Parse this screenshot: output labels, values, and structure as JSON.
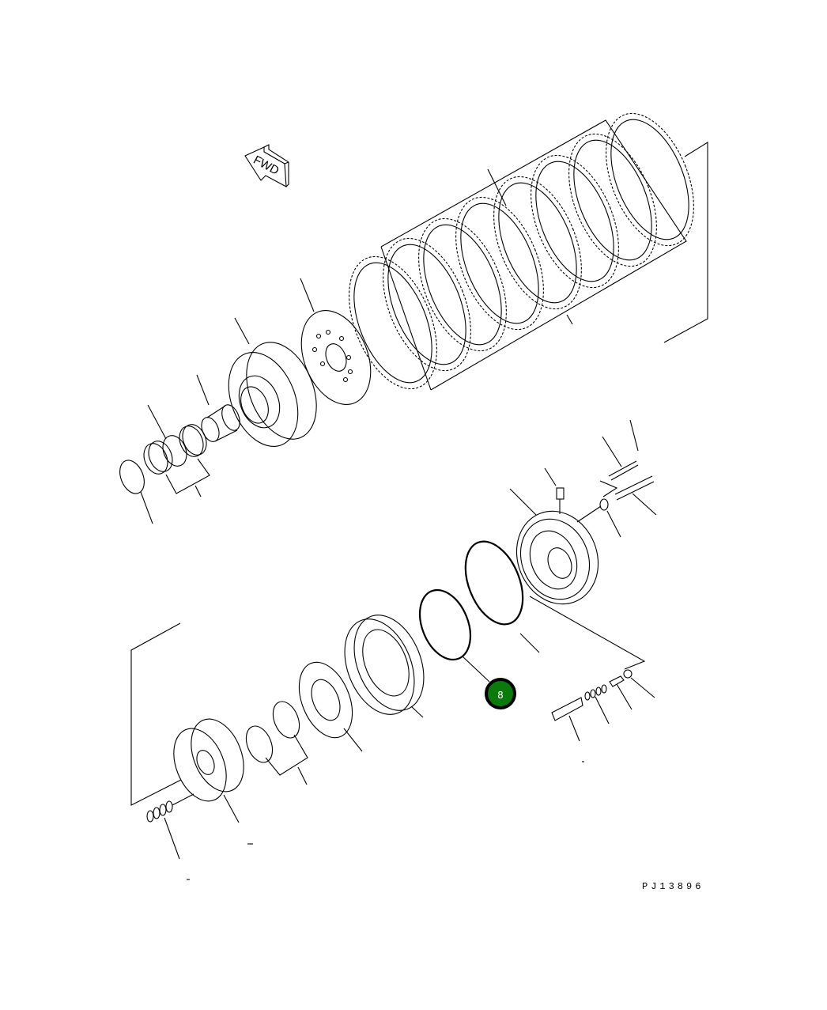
{
  "diagram": {
    "type": "exploded-parts-diagram",
    "direction_marker": {
      "label": "FWD",
      "icon": "arrow-left-icon"
    },
    "callouts": [
      {
        "number": "8",
        "color": "#0a7a0a",
        "target": "seal-ring-small"
      }
    ],
    "drawing_code": "PJ13896",
    "parts": [
      "snap-ring",
      "bearing",
      "seal-rings-pair",
      "sleeve",
      "clutch-hub",
      "end-plate",
      "clutch-disc-pack",
      "cover-housing",
      "plug",
      "bolt",
      "bolt-long",
      "washer",
      "seal-ring-large",
      "seal-ring-small",
      "piston",
      "thrust-plate",
      "o-rings-pair",
      "carrier-gear",
      "spring",
      "valve-pin",
      "valve-spring",
      "valve-plug",
      "retainer"
    ]
  }
}
